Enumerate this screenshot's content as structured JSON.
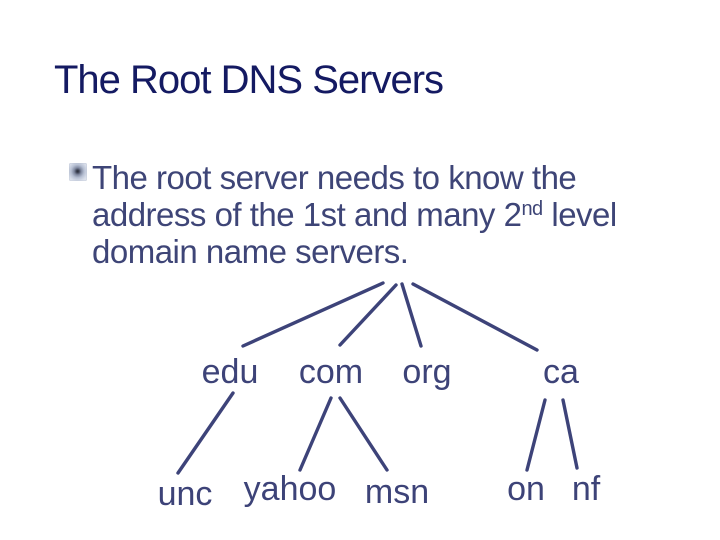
{
  "slide": {
    "title": "The Root DNS Servers",
    "bullet": {
      "line1": "The root server needs to know the",
      "line2_pre": "address of the 1st and many 2",
      "line2_sup": "nd",
      "line2_post": " level",
      "line3": "domain name servers."
    },
    "tree": {
      "level1": [
        "edu",
        "com",
        "org",
        "ca"
      ],
      "level2": [
        "unc",
        "yahoo",
        "msn",
        "on",
        "nf"
      ]
    },
    "colors": {
      "title_text": "#141a62",
      "body_text": "#3e4577",
      "tree_line": "#3d4379",
      "background": "#ffffff"
    }
  }
}
